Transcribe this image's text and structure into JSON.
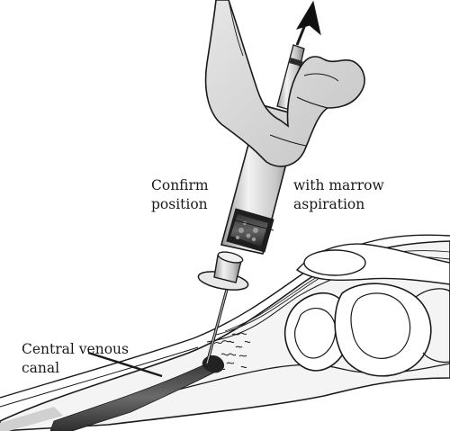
{
  "labels": {
    "confirm_line1": "Confirm",
    "confirm_line2": "position",
    "marrow_line1": "with marrow",
    "marrow_line2": "aspiration",
    "canal_line1": "Central venous",
    "canal_line2": "canal"
  },
  "colors": {
    "ink": "#1a1a1a",
    "skin": "#d9d9d9",
    "canal": "#555555",
    "marrow": "#8a8a8a"
  }
}
